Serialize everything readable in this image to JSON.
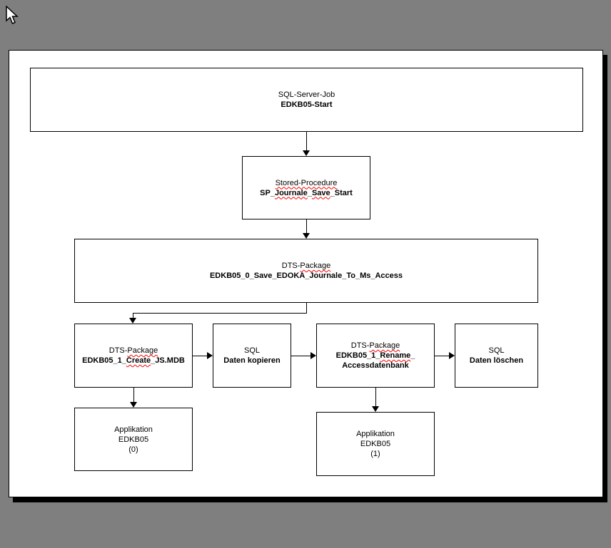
{
  "colors": {
    "background": "#7f7f7f",
    "page": "#ffffff",
    "box_border": "#000000",
    "connector": "#000000",
    "spellcheck_squiggle": "#ff0000"
  },
  "cursor": {
    "icon": "arrow-cursor"
  },
  "diagram": {
    "nodes": {
      "sql_server_job": {
        "type_label": "SQL-Server-Job",
        "name_label": "EDKB05-Start"
      },
      "stored_procedure": {
        "type_label": "Stored-Procedure",
        "name_pre": "SP_",
        "name_word1": "Journale",
        "name_sep": "_",
        "name_word2": "Save",
        "name_post": "_Start"
      },
      "dts_save_journale": {
        "type_pre": "DTS-",
        "type_word": "Package",
        "name_label": "EDKB05_0_Save_EDOKA_Journale_To_Ms_Access"
      },
      "dts_create_mdb": {
        "type_pre": "DTS-",
        "type_word": "Package",
        "name_pre": "EDKB05_1_",
        "name_word": "Create",
        "name_post": "_JS.MDB"
      },
      "sql_daten_kopieren": {
        "type_label": "SQL",
        "name_label": "Daten kopieren"
      },
      "dts_rename": {
        "type_pre": "DTS-",
        "type_word": "Package",
        "name_pre": "EDKB05_1_",
        "name_word": "Rename",
        "name_post": "_",
        "name_line2": "Accessdatenbank"
      },
      "sql_daten_loeschen": {
        "type_label": "SQL",
        "name_label": "Daten löschen"
      },
      "applikation_0": {
        "line1": "Applikation",
        "line2": "EDKB05",
        "line3": "(0)"
      },
      "applikation_1": {
        "line1": "Applikation",
        "line2": "EDKB05",
        "line3": "(1)"
      }
    }
  }
}
